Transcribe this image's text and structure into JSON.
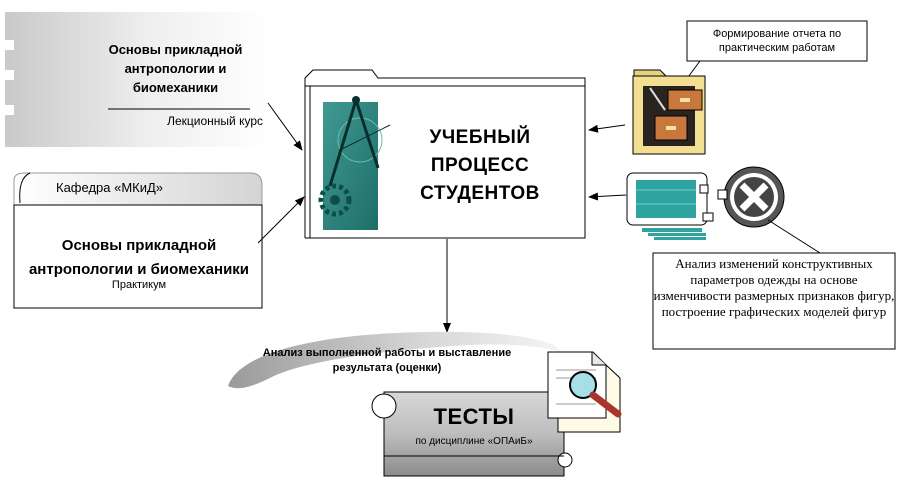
{
  "lecture_course": {
    "title": "Основы прикладной антропологии и биомеханики",
    "subtitle": "Лекционный курс"
  },
  "practicum": {
    "department": "Кафедра «МКиД»",
    "title": "Основы прикладной антропологии и биомеханики",
    "subtitle": "Практикум"
  },
  "central": {
    "title": "УЧЕБНЫЙ ПРОЦЕСС СТУДЕНТОВ"
  },
  "report_callout": {
    "text": "Формирование отчета по практическим работам"
  },
  "analysis_callout": {
    "text": "Анализ изменений конструктивных параметров одежды на основе изменчивости размерных признаков фигур, построение графических моделей фигур"
  },
  "evaluation": {
    "text": "Анализ выполненной работы и выставление результата (оценки)"
  },
  "tests": {
    "title": "ТЕСТЫ",
    "subtitle": "по дисциплине «ОПАиБ»"
  },
  "icons": [
    "compass-gear-icon",
    "file-cabinet-icon",
    "computer-monitor-icon",
    "film-reel-icon",
    "document-magnifier-icon"
  ]
}
